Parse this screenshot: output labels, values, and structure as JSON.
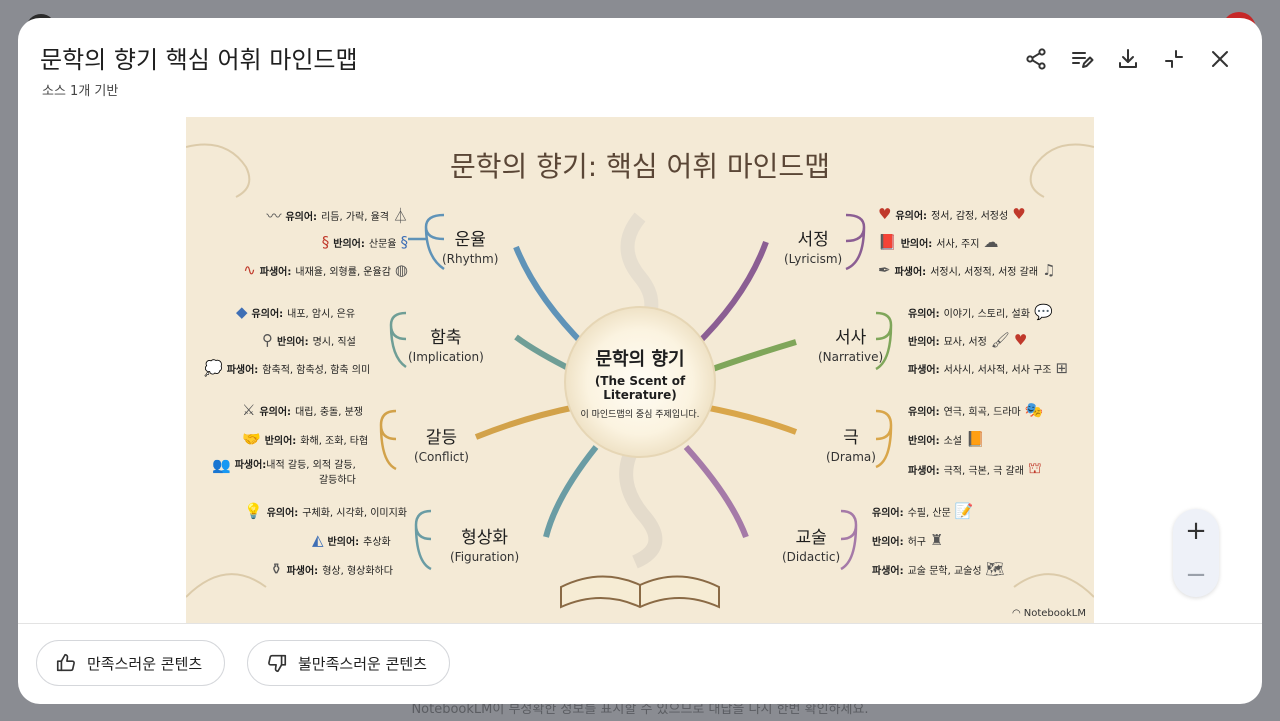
{
  "footer_disclaimer": "NotebookLM이 부정확한 정보를 표시할 수 있으므로 대답을 다시 한번 확인하세요.",
  "modal": {
    "title": "문학의 향기 핵심 어휘 마인드맵",
    "subtitle": "소스 1개 기반",
    "toolbar_icons": [
      "share-icon",
      "edit-list-icon",
      "download-icon",
      "collapse-icon",
      "close-icon"
    ]
  },
  "infographic": {
    "title": "문학의 향기: 핵심 어휘 마인드맵",
    "center": {
      "ko": "문학의 향기",
      "en": "(The Scent of Literature)",
      "desc": "이 마인드맵의 중심 주제입니다."
    },
    "branches": {
      "rhythm": {
        "ko": "운율",
        "en": "(Rhythm)",
        "syn_label": "유의어:",
        "syn": "리듬, 가락, 율격",
        "ant_label": "반의어:",
        "ant": "산문율",
        "der_label": "파생어:",
        "der": "내재율, 외형률, 운율감"
      },
      "implication": {
        "ko": "함축",
        "en": "(Implication)",
        "syn_label": "유의어:",
        "syn": "내포, 암시, 은유",
        "ant_label": "반의어:",
        "ant": "명시, 직설",
        "der_label": "파생어:",
        "der": "함축적, 함축성, 함축 의미"
      },
      "conflict": {
        "ko": "갈등",
        "en": "(Conflict)",
        "syn_label": "유의어:",
        "syn": "대립, 충돌, 분쟁",
        "ant_label": "반의어:",
        "ant": "화해, 조화, 타협",
        "der_label": "파생어:",
        "der": "내적 갈등, 외적 갈등,",
        "der2": "갈등하다"
      },
      "figuration": {
        "ko": "형상화",
        "en": "(Figuration)",
        "syn_label": "유의어:",
        "syn": "구체화, 시각화, 이미지화",
        "ant_label": "반의어:",
        "ant": "추상화",
        "der_label": "파생어:",
        "der": "형상, 형상화하다"
      },
      "lyricism": {
        "ko": "서정",
        "en": "(Lyricism)",
        "syn_label": "유의어:",
        "syn": "정서, 감정, 서정성",
        "ant_label": "반의어:",
        "ant": "서사, 주지",
        "der_label": "파생어:",
        "der": "서정시, 서정적, 서정 갈래"
      },
      "narrative": {
        "ko": "서사",
        "en": "(Narrative)",
        "syn_label": "유의어:",
        "syn": "이야기, 스토리, 설화",
        "ant_label": "반의어:",
        "ant": "묘사, 서정",
        "der_label": "파생어:",
        "der": "서사시, 서사적, 서사 구조"
      },
      "drama": {
        "ko": "극",
        "en": "(Drama)",
        "syn_label": "유의어:",
        "syn": "연극, 희곡, 드라마",
        "ant_label": "반의어:",
        "ant": "소설",
        "der_label": "파생어:",
        "der": "극적, 극본, 극 갈래"
      },
      "didactic": {
        "ko": "교술",
        "en": "(Didactic)",
        "syn_label": "유의어:",
        "syn": "수필, 산문",
        "ant_label": "반의어:",
        "ant": "허구",
        "der_label": "파생어:",
        "der": "교술 문학, 교술성"
      }
    },
    "badge": "NotebookLM",
    "branch_colors": {
      "rhythm": "#5f93b8",
      "implication": "#6f9e96",
      "conflict": "#d2a24a",
      "figuration": "#6a9ca4",
      "lyricism": "#8b5e93",
      "narrative": "#7fa65a",
      "drama": "#d9a64a",
      "didactic": "#a57aa8"
    }
  },
  "zoom": {
    "in": "+",
    "out": "−"
  },
  "feedback": {
    "like": "만족스러운 콘텐츠",
    "dislike": "불만족스러운 콘텐츠"
  }
}
